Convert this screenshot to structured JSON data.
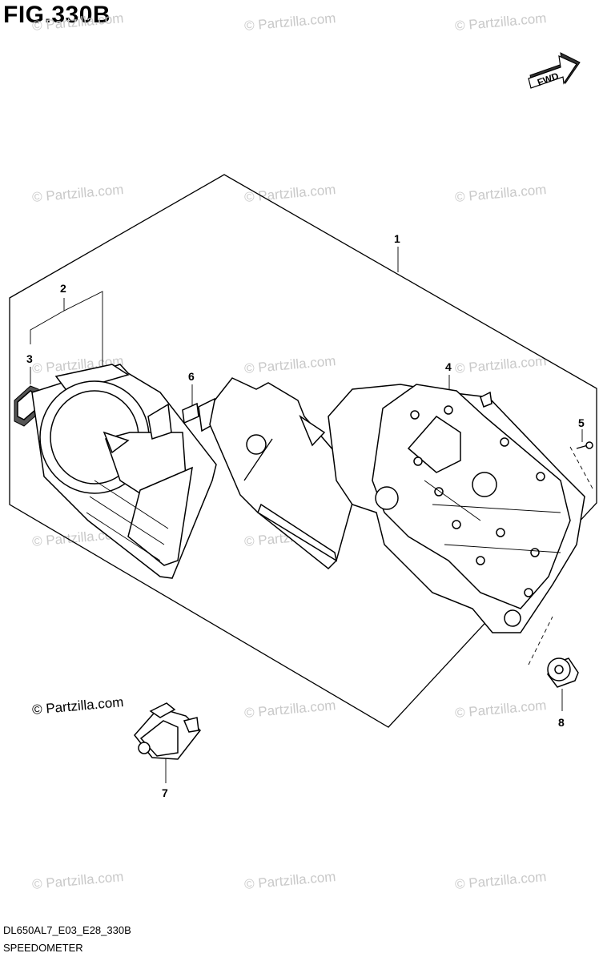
{
  "figure": {
    "title": "FIG.330B",
    "diagram_code": "DL650AL7_E03_E28_330B",
    "diagram_name": "SPEEDOMETER"
  },
  "watermark": {
    "text": "© Partzilla.com",
    "brand_text": "© Partzilla.com"
  },
  "fwd_label": "FWD",
  "callouts": [
    "1",
    "2",
    "3",
    "4",
    "5",
    "6",
    "7",
    "8"
  ]
}
